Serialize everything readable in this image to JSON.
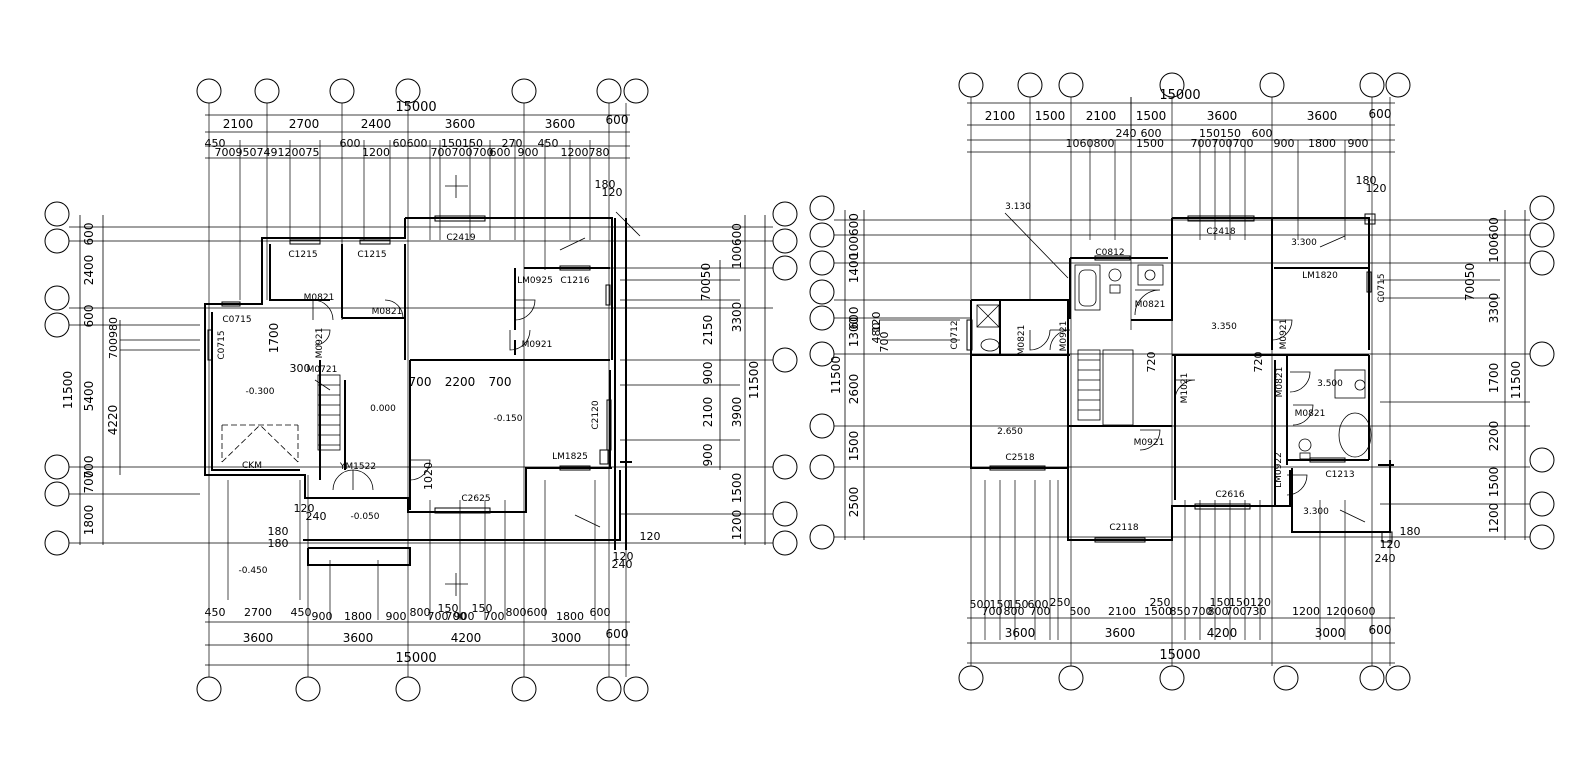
{
  "plan_left": {
    "top_total": "15000",
    "top_row1": [
      "2100",
      "2700",
      "2400",
      "3600",
      "3600",
      "600"
    ],
    "top_row2": [
      "450",
      "700950749120075",
      "600",
      "1200",
      "60600",
      "150150",
      "270",
      "450"
    ],
    "top_row3": [
      "700700700",
      "600",
      "900",
      "1200780"
    ],
    "top_misc": [
      "180",
      "120"
    ],
    "left_dims": [
      "600",
      "2400",
      "600",
      "700",
      "5400",
      "4220",
      "700",
      "1800",
      "11500"
    ],
    "left_misc": [
      "700980",
      "1700"
    ],
    "right_dims_outer": [
      "100600",
      "3300",
      "11500",
      "3900",
      "1200"
    ],
    "right_dims_inner": [
      "70050",
      "2150",
      "900",
      "2100",
      "900",
      "1500"
    ],
    "bottom_row1": [
      "450",
      "2700",
      "450",
      "900",
      "1800",
      "900",
      "800",
      "150",
      "150",
      "700",
      "700",
      "900",
      "700",
      "800",
      "600",
      "1800",
      "600"
    ],
    "bottom_row2": [
      "3600",
      "3600",
      "4200",
      "3000",
      "600"
    ],
    "bottom_total": "15000",
    "bottom_misc": [
      "120",
      "240",
      "180",
      "120",
      "240",
      "120",
      "180"
    ],
    "inner_dims": [
      "700",
      "2200",
      "700",
      "1020",
      "300"
    ],
    "labels": [
      "C1215",
      "C1215",
      "C2419",
      "M0821",
      "M0821",
      "LM0925",
      "C1216",
      "C0715",
      "C0715",
      "M0921",
      "M0921",
      "M0721",
      "C2120",
      "LM1825",
      "C2625",
      "YM1522",
      "CKM"
    ],
    "elevations": [
      "-0.300",
      "0.000",
      "-0.150",
      "-0.050",
      "-0.450"
    ]
  },
  "plan_right": {
    "top_total": "15000",
    "top_row1": [
      "2100",
      "1500",
      "2100",
      "1500",
      "3600",
      "3600",
      "600"
    ],
    "top_row2": [
      "240",
      "600",
      "150150",
      "600"
    ],
    "top_row3": [
      "1060800",
      "1500",
      "700700700",
      "900",
      "1800",
      "900"
    ],
    "top_misc": [
      "180",
      "120"
    ],
    "left_dims": [
      "100600",
      "1400",
      "600",
      "1300",
      "2600",
      "1500",
      "2500",
      "11500"
    ],
    "left_misc": [
      "120",
      "480",
      "700"
    ],
    "right_dims": [
      "100600",
      "3300",
      "1700",
      "2200",
      "1500",
      "1200",
      "11500",
      "70050"
    ],
    "bottom_row1": [
      "500",
      "150",
      "150",
      "600",
      "250",
      "250",
      "150",
      "150120"
    ],
    "bottom_row2": [
      "700",
      "800",
      "700",
      "500",
      "2100",
      "1500",
      "850",
      "700",
      "800",
      "700",
      "730",
      "1200",
      "1200",
      "600"
    ],
    "bottom_row3": [
      "3600",
      "3600",
      "4200",
      "3000",
      "600"
    ],
    "bottom_total": "15000",
    "bottom_misc": [
      "120",
      "240",
      "180"
    ],
    "labels": [
      "3.130",
      "C0812",
      "C0712",
      "M0821",
      "M0821",
      "M0921",
      "M0921",
      "C2418",
      "LM1820",
      "C0715",
      "M0921",
      "M1021",
      "M0821",
      "LM0922",
      "C1213",
      "C2518",
      "C2616",
      "C2118",
      "M0821"
    ],
    "elevations": [
      "3.300",
      "3.350",
      "3.500",
      "2.650",
      "3.300"
    ],
    "inner_dims": [
      "720",
      "720"
    ]
  }
}
